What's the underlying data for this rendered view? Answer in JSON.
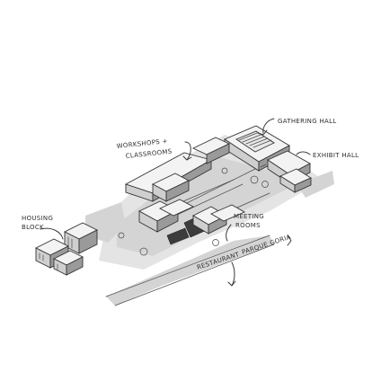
{
  "labels": {
    "gathering_hall": "GATHERING HALL",
    "exhibit_hall": "EXHIBIT HALL",
    "workshops_line1": "WORKSHOPS +",
    "workshops_line2": "CLASSROOMS",
    "housing_line1": "HOUSING",
    "housing_line2": "BLOCK",
    "meeting_line1": "MEETING",
    "meeting_line2": "ROOMS",
    "restaurant": "RESTAURANT",
    "parque": "PARQUE GORIA"
  },
  "colors": {
    "ink": "#3a3a3a",
    "ground": "#d4d4d4",
    "paper": "#ffffff"
  }
}
